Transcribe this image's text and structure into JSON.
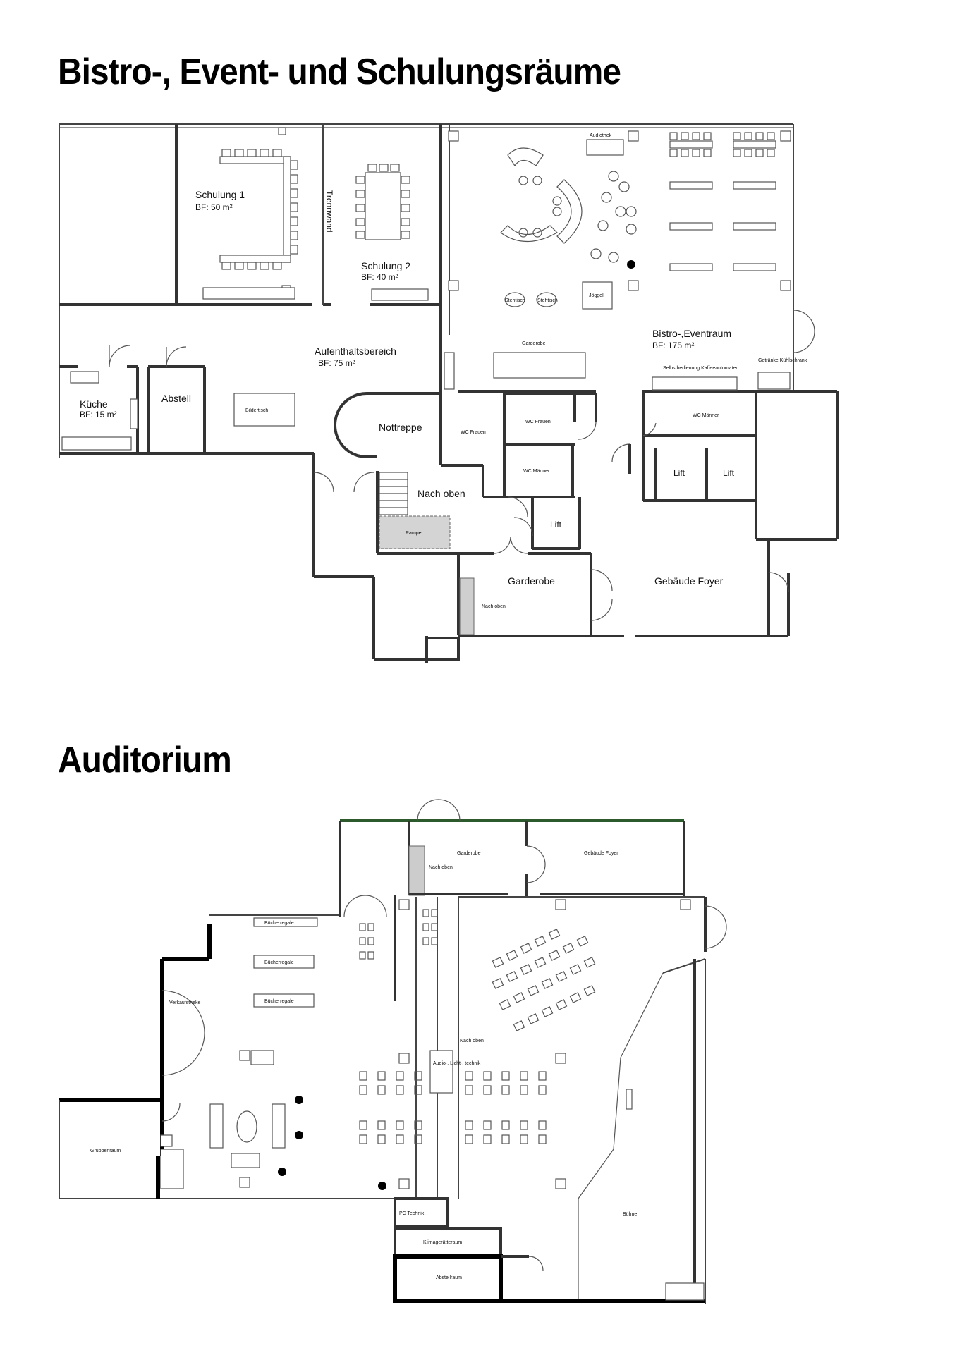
{
  "headings": {
    "top": "Bistro-, Event- und Schulungsräume",
    "bottom": "Auditorium"
  },
  "floor1": {
    "schulung1": {
      "name": "Schulung 1",
      "area": "BF: 50 m²"
    },
    "schulung2": {
      "name": "Schulung 2",
      "area": "BF: 40 m²"
    },
    "trennwand": "Trennwand",
    "aufenthalt": {
      "name": "Aufenthaltsbereich",
      "area": "BF: 75 m²"
    },
    "kueche": {
      "name": "Küche",
      "area": "BF: 15 m²"
    },
    "abstell": "Abstell",
    "bilder": "Bildertisch",
    "nottreppe": "Nottreppe",
    "nach_oben": "Nach oben",
    "rampe": "Rampe",
    "wc_frauen_left": "WC Frauen",
    "wc_frauen": "WC Frauen",
    "wc_maenner_left": "WC Männer",
    "wc_maenner": "WC Männer",
    "lift1": "Lift",
    "lift2": "Lift",
    "lift3": "Lift",
    "garderobe": "Garderobe",
    "nach_oben_small": "Nach oben",
    "foyer": "Gebäude Foyer",
    "bistro": {
      "name": "Bistro-,Eventraum",
      "area": "BF: 175 m²"
    },
    "audiothek": "Audiothek",
    "gardelle": "Garderobe",
    "selbst": "Selbstbedienung Kaffeeautomaten",
    "getraenke": "Getränke Kühlschrank",
    "joeggeli": "Jöggeli",
    "stehtisch1": "Stehtisch",
    "stehtisch2": "Stehtisch"
  },
  "floor2": {
    "garderobe": "Garderobe",
    "nach_oben1": "Nach oben",
    "foyer": "Gebäude Foyer",
    "buecher1": "Bücherregale",
    "buecher2": "Bücherregale",
    "buecher3": "Bücherregale",
    "verkauf": "Verkaufstheke",
    "gruppenraum": "Gruppenraum",
    "nach_oben2": "Nach oben",
    "technik": "Audio-, Licht-, technik",
    "pc_technik": "PC Technik",
    "klima": "Klimagerätteraum",
    "abstell": "Abstellraum",
    "buehne": "Bühne"
  }
}
